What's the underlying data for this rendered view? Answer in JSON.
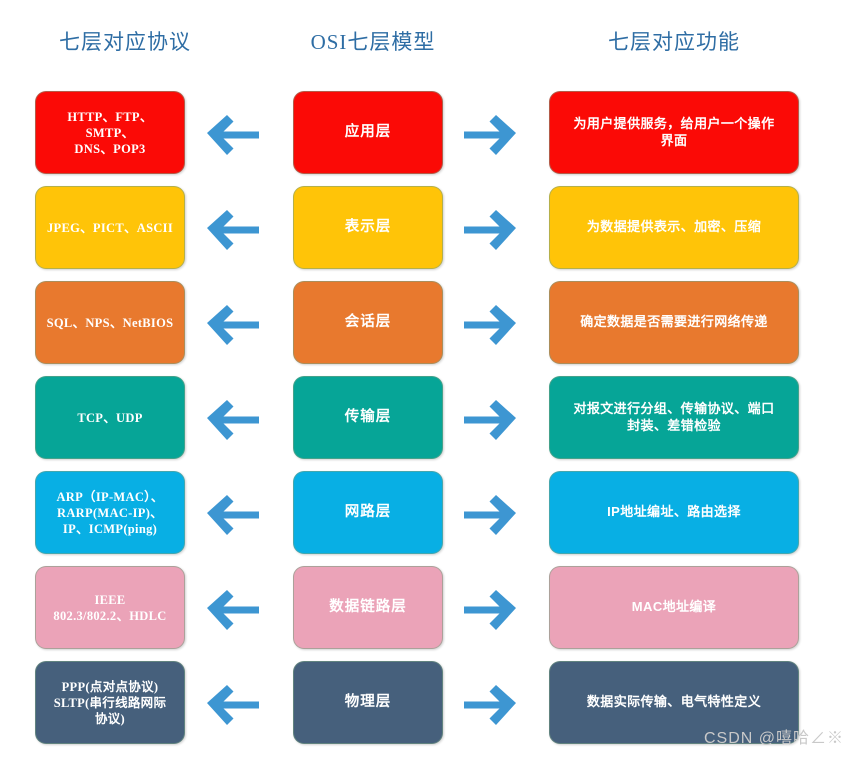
{
  "headers": {
    "left": "七层对应协议",
    "middle": "OSI七层模型",
    "right": "七层对应功能"
  },
  "colors": {
    "header_text": "#2e6da4",
    "arrow": "#3d96d2",
    "watermark": "#c9c9c9",
    "background": "#ffffff"
  },
  "icons": {
    "left_arrow": "arrow-left-icon",
    "right_arrow": "arrow-right-icon"
  },
  "rows": [
    {
      "layer": "应用层",
      "protocols": "HTTP、FTP、SMTP、\nDNS、POP3",
      "function": "为用户提供服务，给用户一个操作\n界面",
      "color": "#FB0A06",
      "text_color": "#ffffff"
    },
    {
      "layer": "表示层",
      "protocols": "JPEG、PICT、ASCII",
      "function": "为数据提供表示、加密、压缩",
      "color": "#FFC408",
      "text_color": "#ffffff"
    },
    {
      "layer": "会话层",
      "protocols": "SQL、NPS、NetBIOS",
      "function": "确定数据是否需要进行网络传递",
      "color": "#E8792E",
      "text_color": "#ffffff"
    },
    {
      "layer": "传输层",
      "protocols": "TCP、UDP",
      "function": "对报文进行分组、传输协议、端口\n封装、差错检验",
      "color": "#06A597",
      "text_color": "#ffffff"
    },
    {
      "layer": "网路层",
      "protocols": "ARP（IP-MAC）、\nRARP(MAC-IP)、\nIP、ICMP(ping)",
      "function": "IP地址编址、路由选择",
      "color": "#08AFE4",
      "text_color": "#ffffff"
    },
    {
      "layer": "数据链路层",
      "protocols": "IEEE\n802.3/802.2、HDLC",
      "function": "MAC地址编译",
      "color": "#EBA3B8",
      "text_color": "#ffffff"
    },
    {
      "layer": "物理层",
      "protocols": "PPP(点对点协议)\nSLTP(串行线路网际\n协议)",
      "function": "数据实际传输、电气特性定义",
      "color": "#46607C",
      "text_color": "#ffffff"
    }
  ],
  "watermark": "CSDN @嘻哈∠※"
}
